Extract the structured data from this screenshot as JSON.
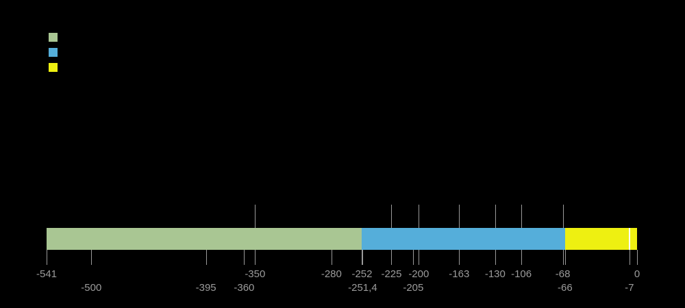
{
  "colors": {
    "background": "#000000",
    "axis": "#9b9b9b",
    "label_text": "#9b9b9b"
  },
  "legend": {
    "items": [
      {
        "name": "legend-swatch-green",
        "color": "#a9c693"
      },
      {
        "name": "legend-swatch-blue",
        "color": "#55aeda"
      },
      {
        "name": "legend-swatch-yellow",
        "color": "#eef011"
      }
    ]
  },
  "chart_data": {
    "type": "timeline-bar",
    "x_min": -541,
    "x_max": 0,
    "segments": [
      {
        "start": -541,
        "end": -252,
        "color": "#a9c693"
      },
      {
        "start": -252,
        "end": -66,
        "color": "#55aeda"
      },
      {
        "start": -66,
        "end": 0,
        "color": "#eef011"
      }
    ],
    "marker_line": {
      "value": -7,
      "color": "#ffffff"
    },
    "top_ticks": [
      -350,
      -225,
      -200,
      -163,
      -130,
      -106,
      -68
    ],
    "axis_ticks": [
      {
        "value": -541,
        "label": "-541",
        "row": 1
      },
      {
        "value": -500,
        "label": "-500",
        "row": 2
      },
      {
        "value": -395,
        "label": "-395",
        "row": 2
      },
      {
        "value": -360,
        "label": "-360",
        "row": 2
      },
      {
        "value": -350,
        "label": "-350",
        "row": 1
      },
      {
        "value": -280,
        "label": "-280",
        "row": 1
      },
      {
        "value": -252,
        "label": "-252",
        "row": 1
      },
      {
        "value": -251.4,
        "label": "-251,4",
        "row": 2
      },
      {
        "value": -225,
        "label": "-225",
        "row": 1
      },
      {
        "value": -205,
        "label": "-205",
        "row": 2
      },
      {
        "value": -200,
        "label": "-200",
        "row": 1
      },
      {
        "value": -163,
        "label": "-163",
        "row": 1
      },
      {
        "value": -130,
        "label": "-130",
        "row": 1
      },
      {
        "value": -106,
        "label": "-106",
        "row": 1
      },
      {
        "value": -68,
        "label": "-68",
        "row": 1
      },
      {
        "value": -66,
        "label": "-66",
        "row": 2
      },
      {
        "value": -7,
        "label": "-7",
        "row": 2
      },
      {
        "value": 0,
        "label": "0",
        "row": 1
      }
    ]
  }
}
